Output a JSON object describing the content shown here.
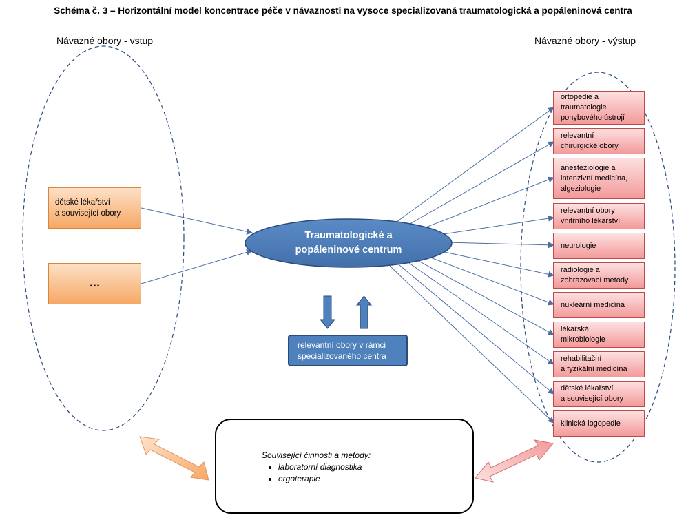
{
  "title": "Schéma č. 3 – Horizontální  model koncentrace péče v návaznosti na vysoce specializovaná  traumatologická  a popáleninová  centra",
  "left_group": {
    "heading": "Návazné obory - vstup",
    "boxes": [
      {
        "line1": "dětské lékařství",
        "line2": "a související obory"
      },
      {
        "line1": "…"
      }
    ]
  },
  "right_group": {
    "heading": "Návazné obory - výstup",
    "boxes": [
      {
        "line1": "ortopedie a",
        "line2": "traumatologie",
        "line3": "pohybového ústrojí"
      },
      {
        "line1": "relevantní",
        "line2": "chirurgické obory"
      },
      {
        "line1": "anesteziologie a",
        "line2": "intenzivní medicína,",
        "line3": "algeziologie"
      },
      {
        "line1": "relevantní obory",
        "line2": "vnitřního lékařství"
      },
      {
        "line1": "neurologie"
      },
      {
        "line1": "radiologie a",
        "line2": "zobrazovací metody"
      },
      {
        "line1": "nukleární medicína"
      },
      {
        "line1": "lékařská",
        "line2": "mikrobiologie"
      },
      {
        "line1": "rehabilitační",
        "line2": "a fyzikální medicína"
      },
      {
        "line1": "dětské lékařství",
        "line2": "a související obory"
      },
      {
        "line1": "klinická logopedie"
      }
    ]
  },
  "center": {
    "line1": "Traumatologické a",
    "line2": "popáleninové  centrum"
  },
  "related_box": {
    "line1": "relevantní obory v rámci",
    "line2": "specializovaného  centra"
  },
  "activities": {
    "heading": "Související  činnosti a metody:",
    "items": [
      "laboratorní diagnostika",
      "ergoterapie"
    ]
  },
  "colors": {
    "center_fill": "#4f81bd",
    "center_border": "#2b4a7e",
    "input_fill": "#f6a866",
    "output_fill": "#f39a9a",
    "connector": "#4a6fa5"
  }
}
